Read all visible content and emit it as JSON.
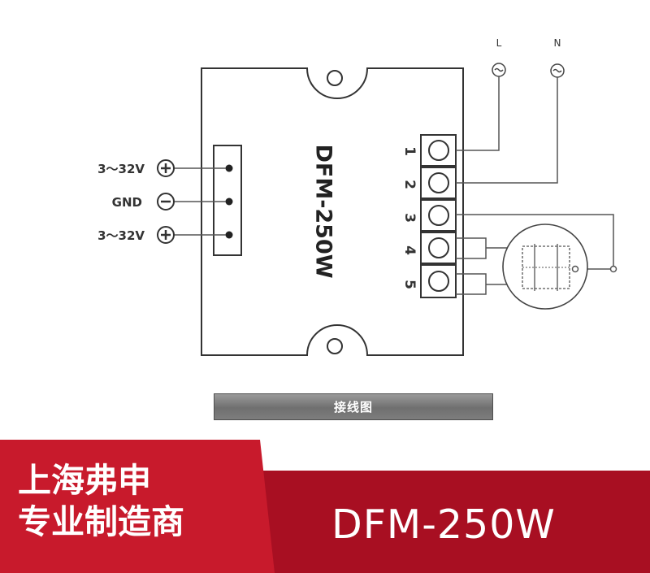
{
  "diagram": {
    "model_label": "DFM-250W",
    "left_labels": {
      "positive_top": "3～32V",
      "gnd": "GND",
      "positive_bottom": "3～32V"
    },
    "terminal_numbers": [
      "1",
      "2",
      "3",
      "4",
      "5"
    ],
    "ac_labels": {
      "live": "L",
      "neutral": "N"
    },
    "colors": {
      "line": "#555555",
      "box": "#333333"
    }
  },
  "caption": {
    "text": "接线图"
  },
  "banner": {
    "company_line1": "上海弗申",
    "company_line2": "专业制造商",
    "model": "DFM-250W",
    "colors": {
      "left": "#c81a2c",
      "right": "#a80f22"
    }
  }
}
